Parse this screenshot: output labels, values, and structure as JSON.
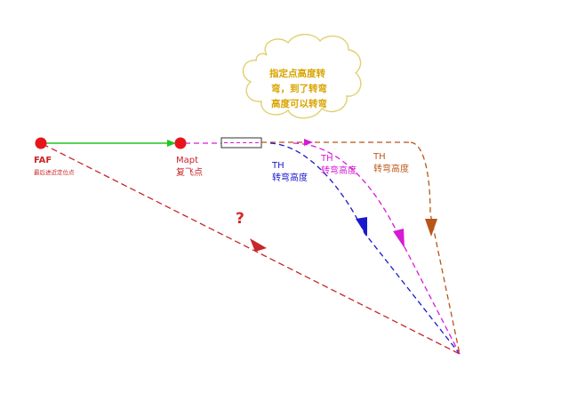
{
  "points": {
    "faf": {
      "label": "FAF",
      "sublabel": "最后进近定位点",
      "color": "#e8141c"
    },
    "mapt": {
      "label": "Mapt",
      "sublabel": "复飞点",
      "color": "#e8141c"
    }
  },
  "cloud_note": {
    "lines": [
      "指定点高度转",
      "弯，到了转弯",
      "高度可以转弯"
    ],
    "color": "#d8a400"
  },
  "turn_labels": [
    {
      "id": "blue",
      "line1": "TH",
      "line2": "转弯高度",
      "color": "#1a1acc"
    },
    {
      "id": "magenta",
      "line1": "TH",
      "line2": "转弯高度",
      "color": "#d61ad6"
    },
    {
      "id": "brown",
      "line1": "TH",
      "line2": "转弯高度",
      "color": "#c05a1a"
    }
  ],
  "question_mark": {
    "text": "?",
    "color": "#d4262a"
  },
  "colors": {
    "green_segment": "#22c422",
    "red_dashed": "#c8262a",
    "blue_dashed": "#1a1acc",
    "magenta_dashed": "#d61ad6",
    "brown_dashed": "#b8551a",
    "cloud_stroke": "#e0d070"
  }
}
